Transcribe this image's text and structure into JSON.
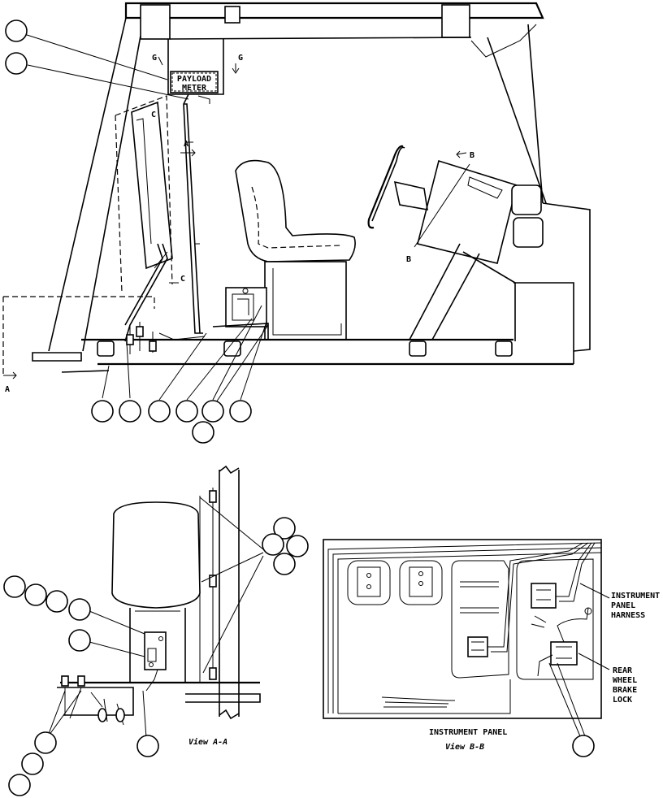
{
  "labels": {
    "payload_line1": "PAYLOAD",
    "payload_line2": "METER",
    "section_g_left": "G",
    "section_g_right": "G",
    "section_c_top": "C",
    "section_c_bottom": "C",
    "section_a_top": "A",
    "section_a_bottom": "A",
    "section_b_top": "B",
    "section_b_bottom": "B",
    "view_aa": "View A-A",
    "instrument_panel": "INSTRUMENT PANEL",
    "view_bb": "View B-B",
    "harness_l1": "INSTRUMENT",
    "harness_l2": "PANEL",
    "harness_l3": "HARNESS",
    "brake_l1": "REAR",
    "brake_l2": "WHEEL",
    "brake_l3": "BRAKE",
    "brake_l4": "LOCK"
  }
}
